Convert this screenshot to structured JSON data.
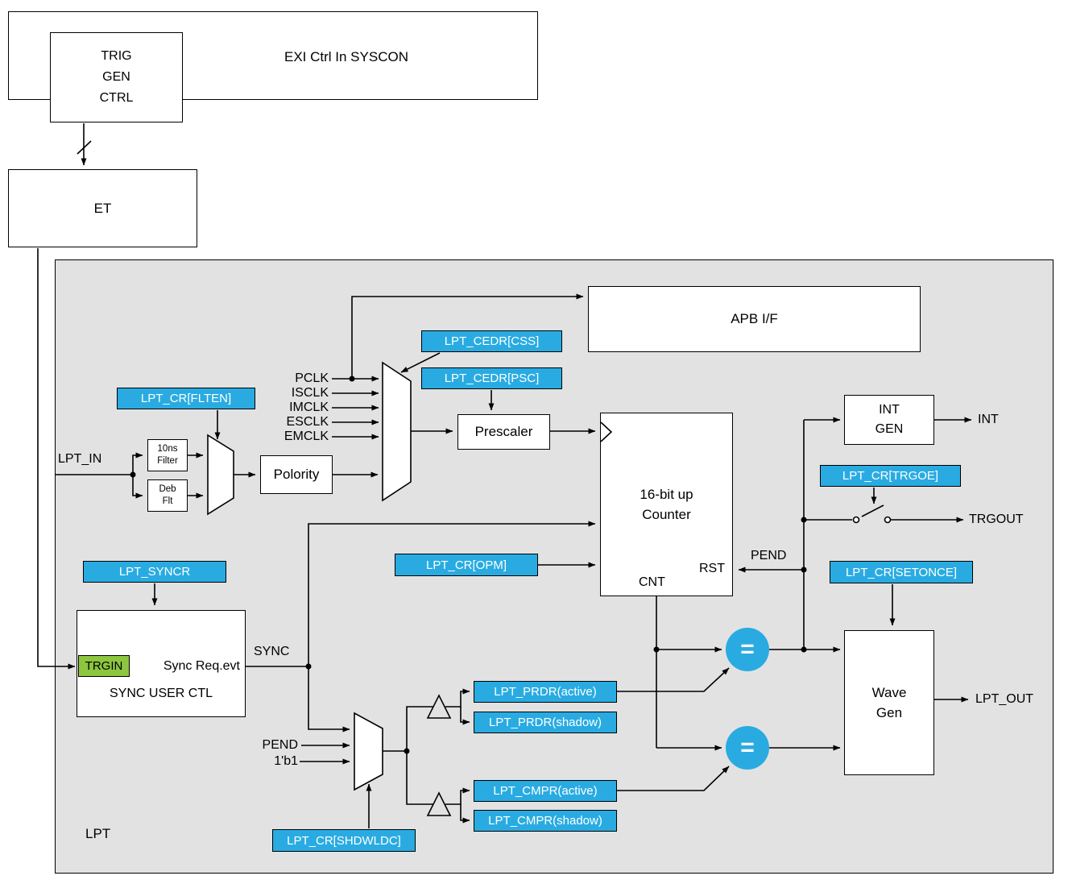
{
  "colors": {
    "accent_cyan": "#29ABE2",
    "accent_green": "#8DC63F",
    "panel_gray": "#E2E2E2",
    "line_black": "#000000",
    "box_white": "#FFFFFF"
  },
  "blocks": {
    "exi_title": "EXI Ctrl In SYSCON",
    "trig_line1": "TRIG",
    "trig_line2": "GEN",
    "trig_line3": "CTRL",
    "et": "ET",
    "lpt": "LPT",
    "apb": "APB I/F",
    "prescaler": "Prescaler",
    "counter_line1": "16-bit up",
    "counter_line2": "Counter",
    "counter_cnt": "CNT",
    "counter_rst": "RST",
    "int_gen_line1": "INT",
    "int_gen_line2": "GEN",
    "wave_gen_line1": "Wave",
    "wave_gen_line2": "Gen",
    "polority": "Polority",
    "filter10_line1": "10ns",
    "filter10_line2": "Filter",
    "debflt_line1": "Deb",
    "debflt_line2": "Flt",
    "sync_user_ctl": "SYNC USER CTL",
    "sync_req_evt": "Sync Req.evt",
    "trgin": "TRGIN"
  },
  "registers": {
    "cedr_css": "LPT_CEDR[CSS]",
    "cedr_psc": "LPT_CEDR[PSC]",
    "cr_flten": "LPT_CR[FLTEN]",
    "syncr": "LPT_SYNCR",
    "cr_opm": "LPT_CR[OPM]",
    "cr_shdwldc": "LPT_CR[SHDWLDC]",
    "prdr_active": "LPT_PRDR(active)",
    "prdr_shadow": "LPT_PRDR(shadow)",
    "cmpr_active": "LPT_CMPR(active)",
    "cmpr_shadow": "LPT_CMPR(shadow)",
    "cr_trgoe": "LPT_CR[TRGOE]",
    "cr_setonce": "LPT_CR[SETONCE]"
  },
  "signals": {
    "clocks": [
      "PCLK",
      "ISCLK",
      "IMCLK",
      "ESCLK",
      "EMCLK"
    ],
    "lpt_in": "LPT_IN",
    "sync": "SYNC",
    "pend_mux": "PEND",
    "const1": "1'b1",
    "pend_rst": "PEND",
    "int_out": "INT",
    "trgout": "TRGOUT",
    "lpt_out": "LPT_OUT",
    "compare_eq": "="
  }
}
